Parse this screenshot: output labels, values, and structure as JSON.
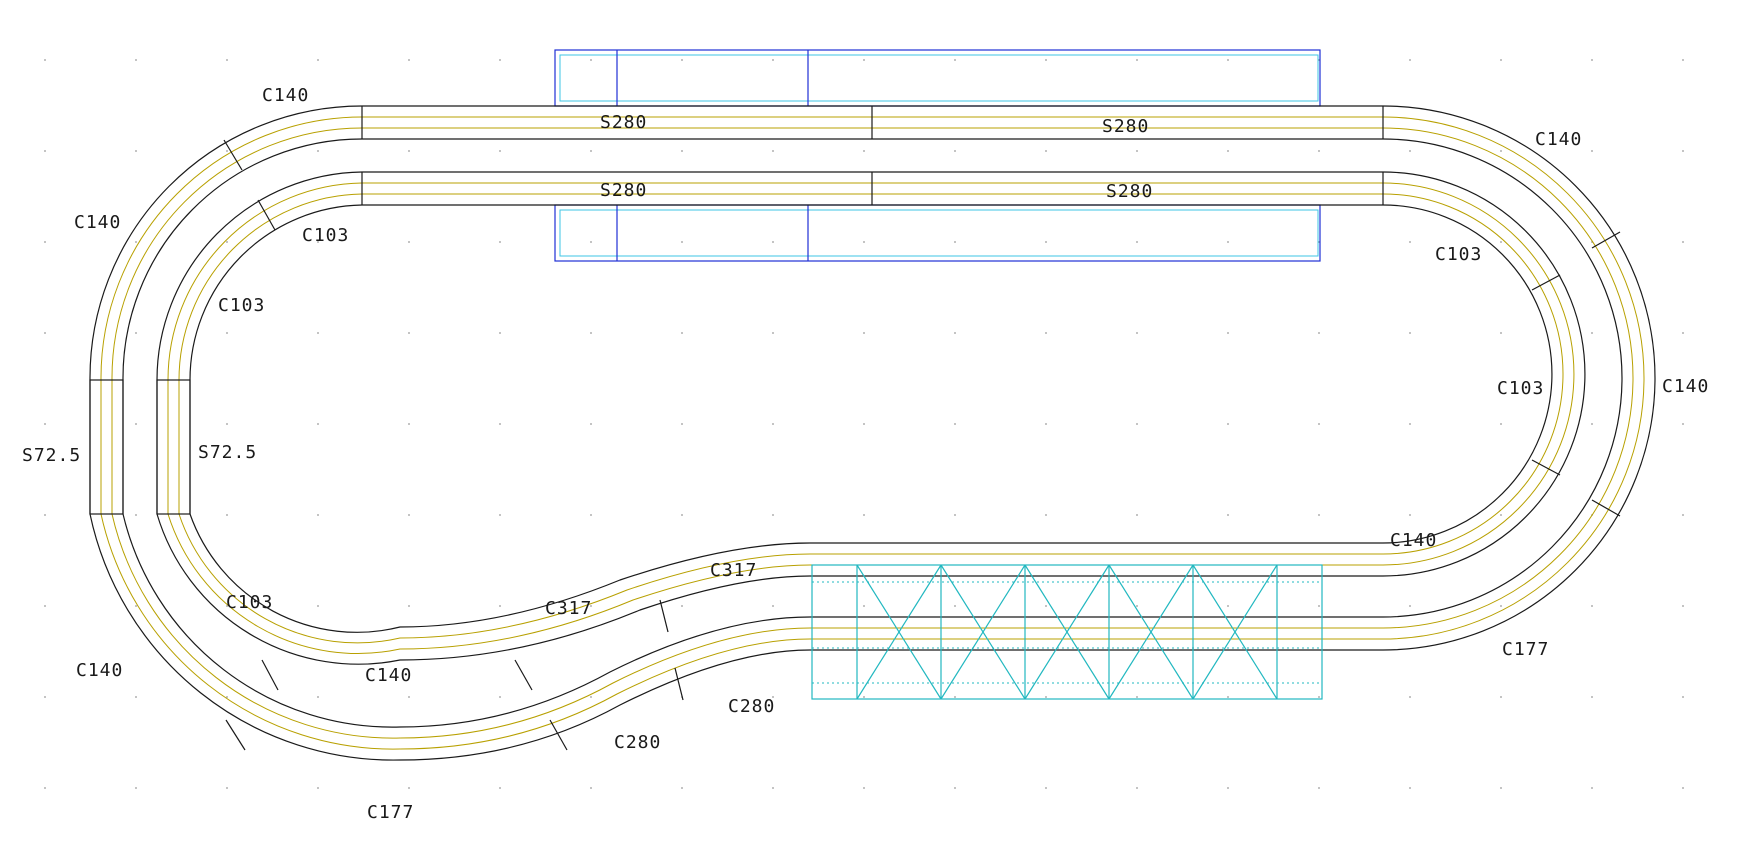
{
  "diagram": {
    "colors": {
      "rail_outline": "#1a1a1a",
      "rail_center": "#b8a000",
      "platform": "#1f2fd6",
      "platform_inner": "#3dc6e6",
      "bridge": "#22b8c0",
      "grid_dot": "#9a9a9a"
    },
    "labels": {
      "top_s280_1": "S280",
      "top_s280_2": "S280",
      "mid_s280_1": "S280",
      "mid_s280_2": "S280",
      "left_c140_top": "C140",
      "left_c140_mid": "C140",
      "left_c103_a": "C103",
      "left_c103_b": "C103",
      "left_s72_outer": "S72.5",
      "left_s72_inner": "S72.5",
      "left_c103_low": "C103",
      "left_c140_low": "C140",
      "bottom_c140": "C140",
      "bottom_c317_a": "C317",
      "bottom_c317_b": "C317",
      "bottom_c280_a": "C280",
      "bottom_c280_b": "C280",
      "bottom_c177": "C177",
      "right_c140_top": "C140",
      "right_c103_top": "C103",
      "right_c103_mid": "C103",
      "right_c140_mid": "C140",
      "right_c140_low": "C140",
      "right_c177": "C177"
    }
  }
}
